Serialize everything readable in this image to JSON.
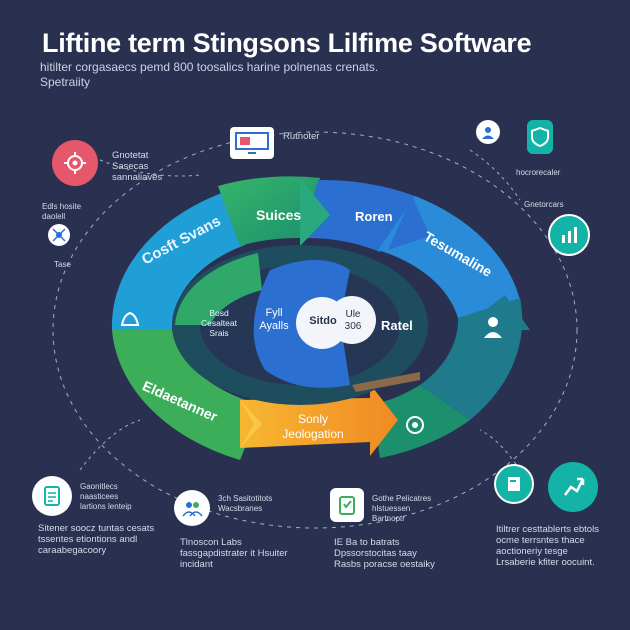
{
  "title": "Liftine term Stingsons Lilfime Software",
  "subtitle": "hitilter corgasaecs pemd 800 toosalics harine polnenas crenats. Spetraiity",
  "cycle": {
    "stages": [
      {
        "label": "Cosft Svans"
      },
      {
        "label": "Suices"
      },
      {
        "label": "Roren"
      },
      {
        "label": "Tesumaline"
      },
      {
        "label": "Ratel"
      },
      {
        "label": "Sonly Jeologation"
      },
      {
        "label": "Eldaetanner"
      }
    ],
    "inner_left": "Bosd Cesalteat Srais",
    "inner_mid": "Fyll Ayalls",
    "center_left": "Sitdo",
    "center_right": "Ule 306"
  },
  "annotations": {
    "top_left_icon": "Gnotetat Sasecas sannaliaves",
    "top_center": "Rutnoter",
    "top_right_icon": "hocrorecaler",
    "left_mid": "Edls hosite daolell",
    "left_small": "Tase",
    "right_mid": "Gnetorcars",
    "bottom_left_1": "Gaonitlecs naasticees lartions lenteip",
    "bottom_left_2": "Sitener soocz tuntas cesats tssentes etiontions andl caraabegacoory",
    "bottom_mid_1": "3ch Sasitotitots Wacsbranes",
    "bottom_mid_2": "Tlnoscon Labs fassgapdistrater it Hsuiter incidant",
    "bottom_mid_3": "Gothe Pelicatres hlstuessen Bartnoptr",
    "bottom_mid_4": "IE Ba to batrats Dpssorstocitas taay Rasbs poracse oestaiky",
    "bottom_right": "Itiltrer cesttablerts ebtols ocme terrsntes thace aoctioneriy tesge Lrsaberie kfiter oocuint."
  },
  "colors": {
    "background": "#2a3150",
    "teal": "#14b3a8",
    "green": "#3cae5a",
    "blue": "#2b6fd0",
    "orange": "#f6a02a",
    "red": "#e5576a"
  }
}
